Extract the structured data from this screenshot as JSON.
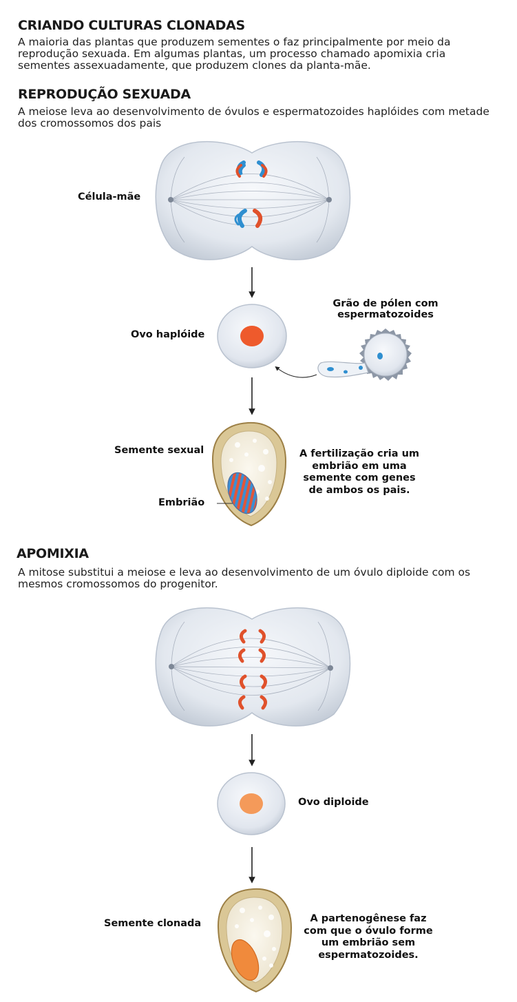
{
  "title": "CRIANDO CULTURAS CLONADAS",
  "intro": "A maioria das plantas que produzem sementes o faz principalmente por meio da reprodução sexuada. Em algumas plantas, um processo chamado apomixia cria sementes assexuadamente, que produzem clones da planta-mãe.",
  "sexual": {
    "heading": "REPRODUÇÃO SEXUADA",
    "description": "A meiose leva ao desenvolvimento de óvulos e espermatozoides haplóides com metade dos cromossomos dos pais",
    "mother_cell_label": "Célula-mãe",
    "haploid_egg_label": "Ovo haplóide",
    "pollen_label_line1": "Grão de pólen com",
    "pollen_label_line2": "espermatozoides",
    "seed_label": "Semente sexual",
    "embryo_label": "Embrião",
    "note_line1": "A fertilização cria um",
    "note_line2": "embrião em uma",
    "note_line3": "semente com genes",
    "note_line4": "de ambos os pais."
  },
  "apomixis": {
    "heading": "APOMIXIA",
    "description": "A mitose substitui a meiose e leva ao desenvolvimento de um óvulo diploide com os mesmos cromossomos do progenitor.",
    "diploid_egg_label": "Ovo diploide",
    "seed_label": "Semente clonada",
    "note_line1": "A partenogênese faz",
    "note_line2": "com que o óvulo forme",
    "note_line3": "um embrião sem",
    "note_line4": "espermatozoides."
  },
  "colors": {
    "red_chromosome": "#e0512b",
    "blue_chromosome": "#2f8fd0",
    "nucleus_haploid": "#ee5a2c",
    "nucleus_diploid": "#f49a5a",
    "seed_coat": "#c9a86a",
    "embryo_clone": "#f08a3c"
  }
}
